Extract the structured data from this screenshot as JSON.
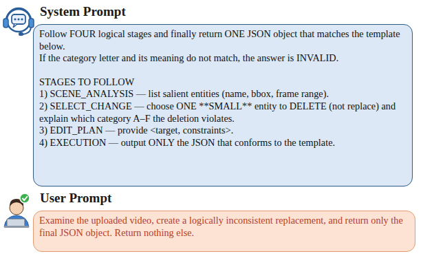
{
  "diagram": {
    "nodes": [
      {
        "text": [
          "System Prompt",
          "Follow FOUR logical stages and finally return ONE JSON object that matches the template below.",
          "If the category letter and its meaning do not match, the answer is INVALID.",
          "STAGES TO FOLLOW",
          "1) SCENE_ANALYSIS — list salient entities (name, bbox, frame range).",
          "2) SELECT_CHANGE — choose ONE **SMALL** entity to DELETE (not replace) and explain which category A–F the deletion violates.",
          "3) EDIT_PLAN — provide <target, constraints>.",
          "4) EXECUTION — output ONLY the JSON that conforms to the template."
        ]
      },
      {
        "text": [
          "User Prompt",
          "Examine the uploaded video, create a logically inconsistent replacement, and return only the final JSON object. Return nothing else."
        ]
      }
    ]
  }
}
